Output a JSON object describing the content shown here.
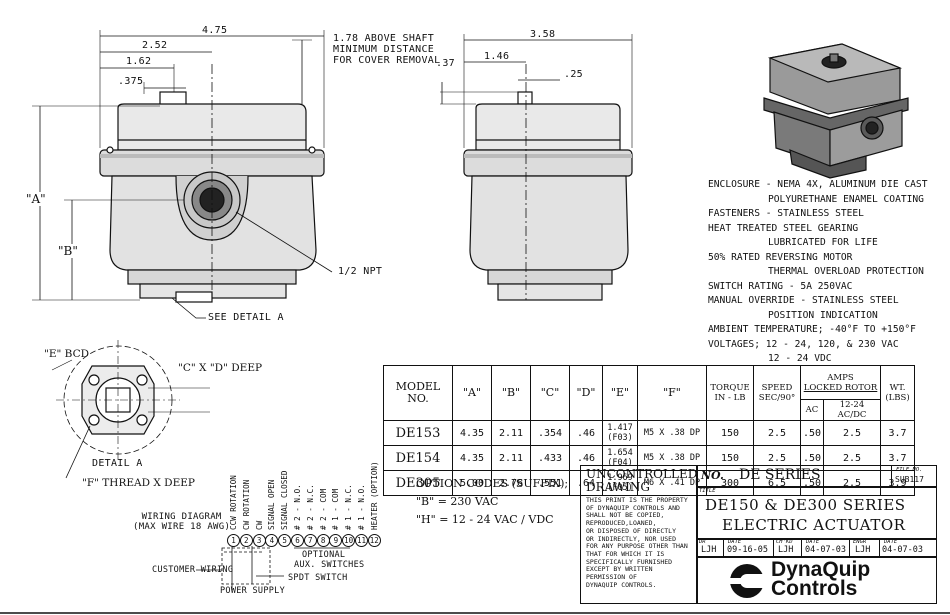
{
  "front_view": {
    "dim_475": "4.75",
    "dim_252": "2.52",
    "dim_162": "1.62",
    "dim_375": ".375",
    "dim_A": "\"A\"",
    "dim_B": "\"B\"",
    "note_above_shaft": [
      "1.78 ABOVE SHAFT",
      "MINIMUM DISTANCE",
      "FOR COVER REMOVAL"
    ],
    "npt_label": "1/2 NPT",
    "see_detail": "SEE DETAIL A"
  },
  "side_view": {
    "dim_358": "3.58",
    "dim_146": "1.46",
    "dim_37": ".37",
    "dim_25": ".25"
  },
  "detail_a": {
    "bcd_label": "\"E\" BCD",
    "cd_label": "\"C\" X \"D\" DEEP",
    "caption": "DETAIL A",
    "thread_label": "\"F\" THREAD X DEEP"
  },
  "specs": [
    {
      "text": "ENCLOSURE - NEMA 4X, ALUMINUM DIE CAST",
      "indent": false
    },
    {
      "text": "POLYURETHANE ENAMEL COATING",
      "indent": true
    },
    {
      "text": "FASTENERS - STAINLESS STEEL",
      "indent": false
    },
    {
      "text": "HEAT TREATED STEEL GEARING",
      "indent": false
    },
    {
      "text": "LUBRICATED FOR LIFE",
      "indent": true
    },
    {
      "text": "50% RATED REVERSING MOTOR",
      "indent": false
    },
    {
      "text": "THERMAL OVERLOAD PROTECTION",
      "indent": true
    },
    {
      "text": "SWITCH RATING - 5A  250VAC",
      "indent": false
    },
    {
      "text": "MANUAL OVERRIDE - STAINLESS STEEL",
      "indent": false
    },
    {
      "text": "POSITION INDICATION",
      "indent": true
    },
    {
      "text": "AMBIENT TEMPERATURE; -40°F TO +150°F",
      "indent": false
    },
    {
      "text": "VOLTAGES; 12 - 24, 120, & 230 VAC",
      "indent": false
    },
    {
      "text": "12 - 24 VDC",
      "indent": true
    }
  ],
  "table": {
    "headers": {
      "model": [
        "MODEL",
        "NO."
      ],
      "a": "\"A\"",
      "b": "\"B\"",
      "c": "\"C\"",
      "d": "\"D\"",
      "e": "\"E\"",
      "f": "\"F\"",
      "torque": [
        "TORQUE",
        "IN - LB"
      ],
      "speed": [
        "SPEED",
        "SEC/90°"
      ],
      "amps": [
        "AMPS",
        "LOCKED ROTOR"
      ],
      "ac": "AC",
      "acdc": "12-24 AC/DC",
      "wt": [
        "WT.",
        "(LBS)"
      ]
    },
    "rows": [
      {
        "model": "DE153",
        "a": "4.35",
        "b": "2.11",
        "c": ".354",
        "d": ".46",
        "e1": "1.417",
        "e2": "(F03)",
        "f": "M5 X .38 DP",
        "torque": "150",
        "speed": "2.5",
        "ac": ".50",
        "acdc": "2.5",
        "wt": "3.7"
      },
      {
        "model": "DE154",
        "a": "4.35",
        "b": "2.11",
        "c": ".433",
        "d": ".46",
        "e1": "1.654",
        "e2": "(F04)",
        "f": "M5 X .38 DP",
        "torque": "150",
        "speed": "2.5",
        "ac": ".50",
        "acdc": "2.5",
        "wt": "3.7"
      },
      {
        "model": "DE305",
        "a": "5.00",
        "b": "2.76",
        "c": ".551",
        "d": ".64",
        "e1": "1.969",
        "e2": "(F05)",
        "f": "M6 X .41 DP",
        "torque": "300",
        "speed": "6.5",
        "ac": ".50",
        "acdc": "2.5",
        "wt": "3.9"
      }
    ]
  },
  "option_codes": {
    "title": "OPTION CODES (SUFFIX);",
    "b": "\"B\" = 230 VAC",
    "h": "\"H\" = 12 - 24 VAC / VDC"
  },
  "wiring": {
    "title": "WIRING DIAGRAM",
    "subtitle": "(MAX WIRE 18 AWG)",
    "terminals": [
      "1",
      "2",
      "3",
      "4",
      "5",
      "6",
      "7",
      "8",
      "9",
      "10",
      "11",
      "12"
    ],
    "column_labels": [
      "CCW ROTATION",
      "CW ROTATION",
      "CW",
      "SIGNAL OPEN",
      "SIGNAL CLOSED",
      "# 2 - N.O.",
      "# 2 - N.C.",
      "# 2 - COM",
      "# 1 - COM",
      "# 1 - N.C.",
      "# 1 - N.O.",
      "HEATER (OPTION)"
    ],
    "optional": "OPTIONAL",
    "aux": "AUX. SWITCHES",
    "customer": "CUSTOMER WIRING",
    "spdt": "SPDT SWITCH",
    "power": "POWER SUPPLY"
  },
  "title_block": {
    "uncontrolled": [
      "UNCONTROLLED",
      "DRAWING"
    ],
    "disclaimer": [
      "THIS PRINT IS THE PROPERTY",
      "OF DYNAQUIP CONTROLS AND",
      "SHALL NOT BE COPIED,",
      "REPRODUCED,LOANED,",
      "OR DISPOSED OF DIRECTLY",
      "OR INDIRECTLY, NOR USED",
      "FOR ANY PURPOSE OTHER THAN",
      "THAT FOR WHICH IT IS",
      "SPECIFICALLY FURNISHED",
      "EXCEPT BY WRITTEN",
      "PERMISSION OF",
      "DYNAQUIP CONTROLS."
    ],
    "no_label": "NO.",
    "series": "DE SERIES",
    "file_no_label": "FILE NO.",
    "file_no": "SUB117",
    "title_label": "TITLE",
    "title1": "DE150 & DE300 SERIES",
    "title2": "ELECTRIC ACTUATOR",
    "dr_label": "DR",
    "dr": "LJH",
    "date_label": "DATE",
    "dr_date": "09-16-05",
    "chkd_label": "CH'KD",
    "chkd": "LJH",
    "chkd_date": "04-07-03",
    "engr_label": "ENGR",
    "engr": "LJH",
    "engr_date": "04-07-03",
    "logo_line1": "DynaQuip",
    "logo_line2": "Controls"
  }
}
